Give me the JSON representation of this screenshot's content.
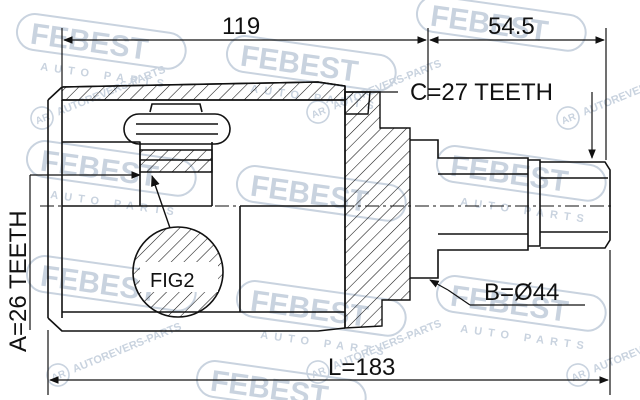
{
  "dimensions": {
    "top_length": "119",
    "right_length": "54.5",
    "total_length": "L=183",
    "outer_spline": "C=27 TEETH",
    "inner_spline": "A=26 TEETH",
    "seal_diameter": "B=Ø44"
  },
  "callouts": {
    "fig": "FIG2"
  },
  "watermark": {
    "brand": "FEBEST",
    "tagline": "AUTO PARTS",
    "site": "AUTOREVERS-PARTS",
    "logo_letters": "AR"
  },
  "colors": {
    "line": "#111111",
    "watermark": "#c9d3df"
  }
}
